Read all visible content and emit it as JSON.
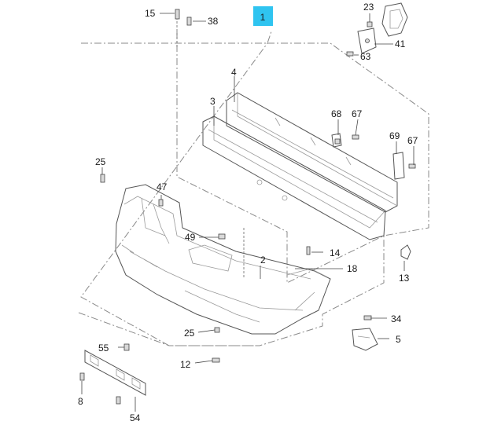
{
  "callouts": {
    "c1": "1",
    "c2": "2",
    "c3": "3",
    "c4": "4",
    "c5": "5",
    "c8": "8",
    "c12": "12",
    "c13": "13",
    "c14": "14",
    "c15": "15",
    "c18": "18",
    "c23": "23",
    "c25a": "25",
    "c25b": "25",
    "c34": "34",
    "c38": "38",
    "c41": "41",
    "c47": "47",
    "c49": "49",
    "c54": "54",
    "c55": "55",
    "c63": "63",
    "c67a": "67",
    "c67b": "67",
    "c68": "68",
    "c69": "69"
  },
  "colors": {
    "highlight": "#2fc4f0",
    "line": "#555555",
    "frame": "#8a8a8a"
  }
}
